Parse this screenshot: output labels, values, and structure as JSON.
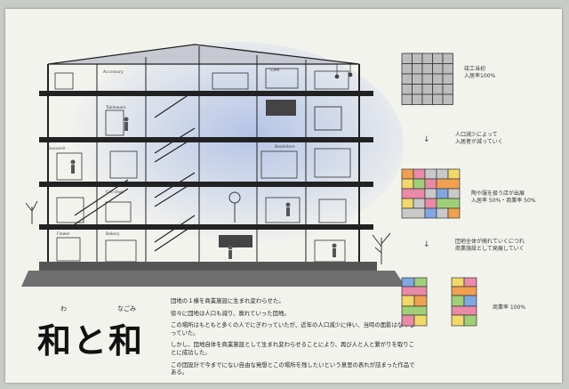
{
  "title": {
    "ruby_1": "わ",
    "ruby_2": "なごみ",
    "text": "和と和"
  },
  "description": [
    "団地の１棟を商業施設に生まれ変わらせた。",
    "徐々に団地は人口も減り、廃れていった団地。",
    "この場所はもともと多くの人でにぎわっていたが、近年の人口減少に伴い、当時の面影はなくなっていた。",
    "しかし、団地自体を商業施設として生まれ変わらせることにより、再び人と人と繋がりを取りことに成功した。",
    "この団設計で今までにない自由な発想とこの場所を残したいという意思の表れが詰まった作品である。"
  ],
  "stages": [
    {
      "label_1": "竣工当初",
      "label_2": "入居率100%"
    },
    {
      "label_1": "人口減少によって",
      "label_2": "入居者が減っていく"
    },
    {
      "label_1": "陶や服を扱う店が出展",
      "label_2": "入居率 50%・商業率 50%"
    },
    {
      "label_1": "団地全体が廃れていくにつれ",
      "label_2": "商業施設として発展していく"
    },
    {
      "label_1": "商業率 100%",
      "label_2": ""
    }
  ],
  "room_labels": [
    "Accessory",
    "Tableware",
    "Cafe",
    "Souvenir",
    "Bookstore",
    "Gift shop",
    "Flower",
    "Bakery"
  ],
  "colors": {
    "pink": "#e88aa8",
    "yellow": "#f0d86a",
    "orange": "#f0a050",
    "green": "#9fcf78",
    "blue": "#7fa8e0",
    "gray": "#c9c9c9",
    "dark": "#333333",
    "sky": "#b8c8e6"
  }
}
